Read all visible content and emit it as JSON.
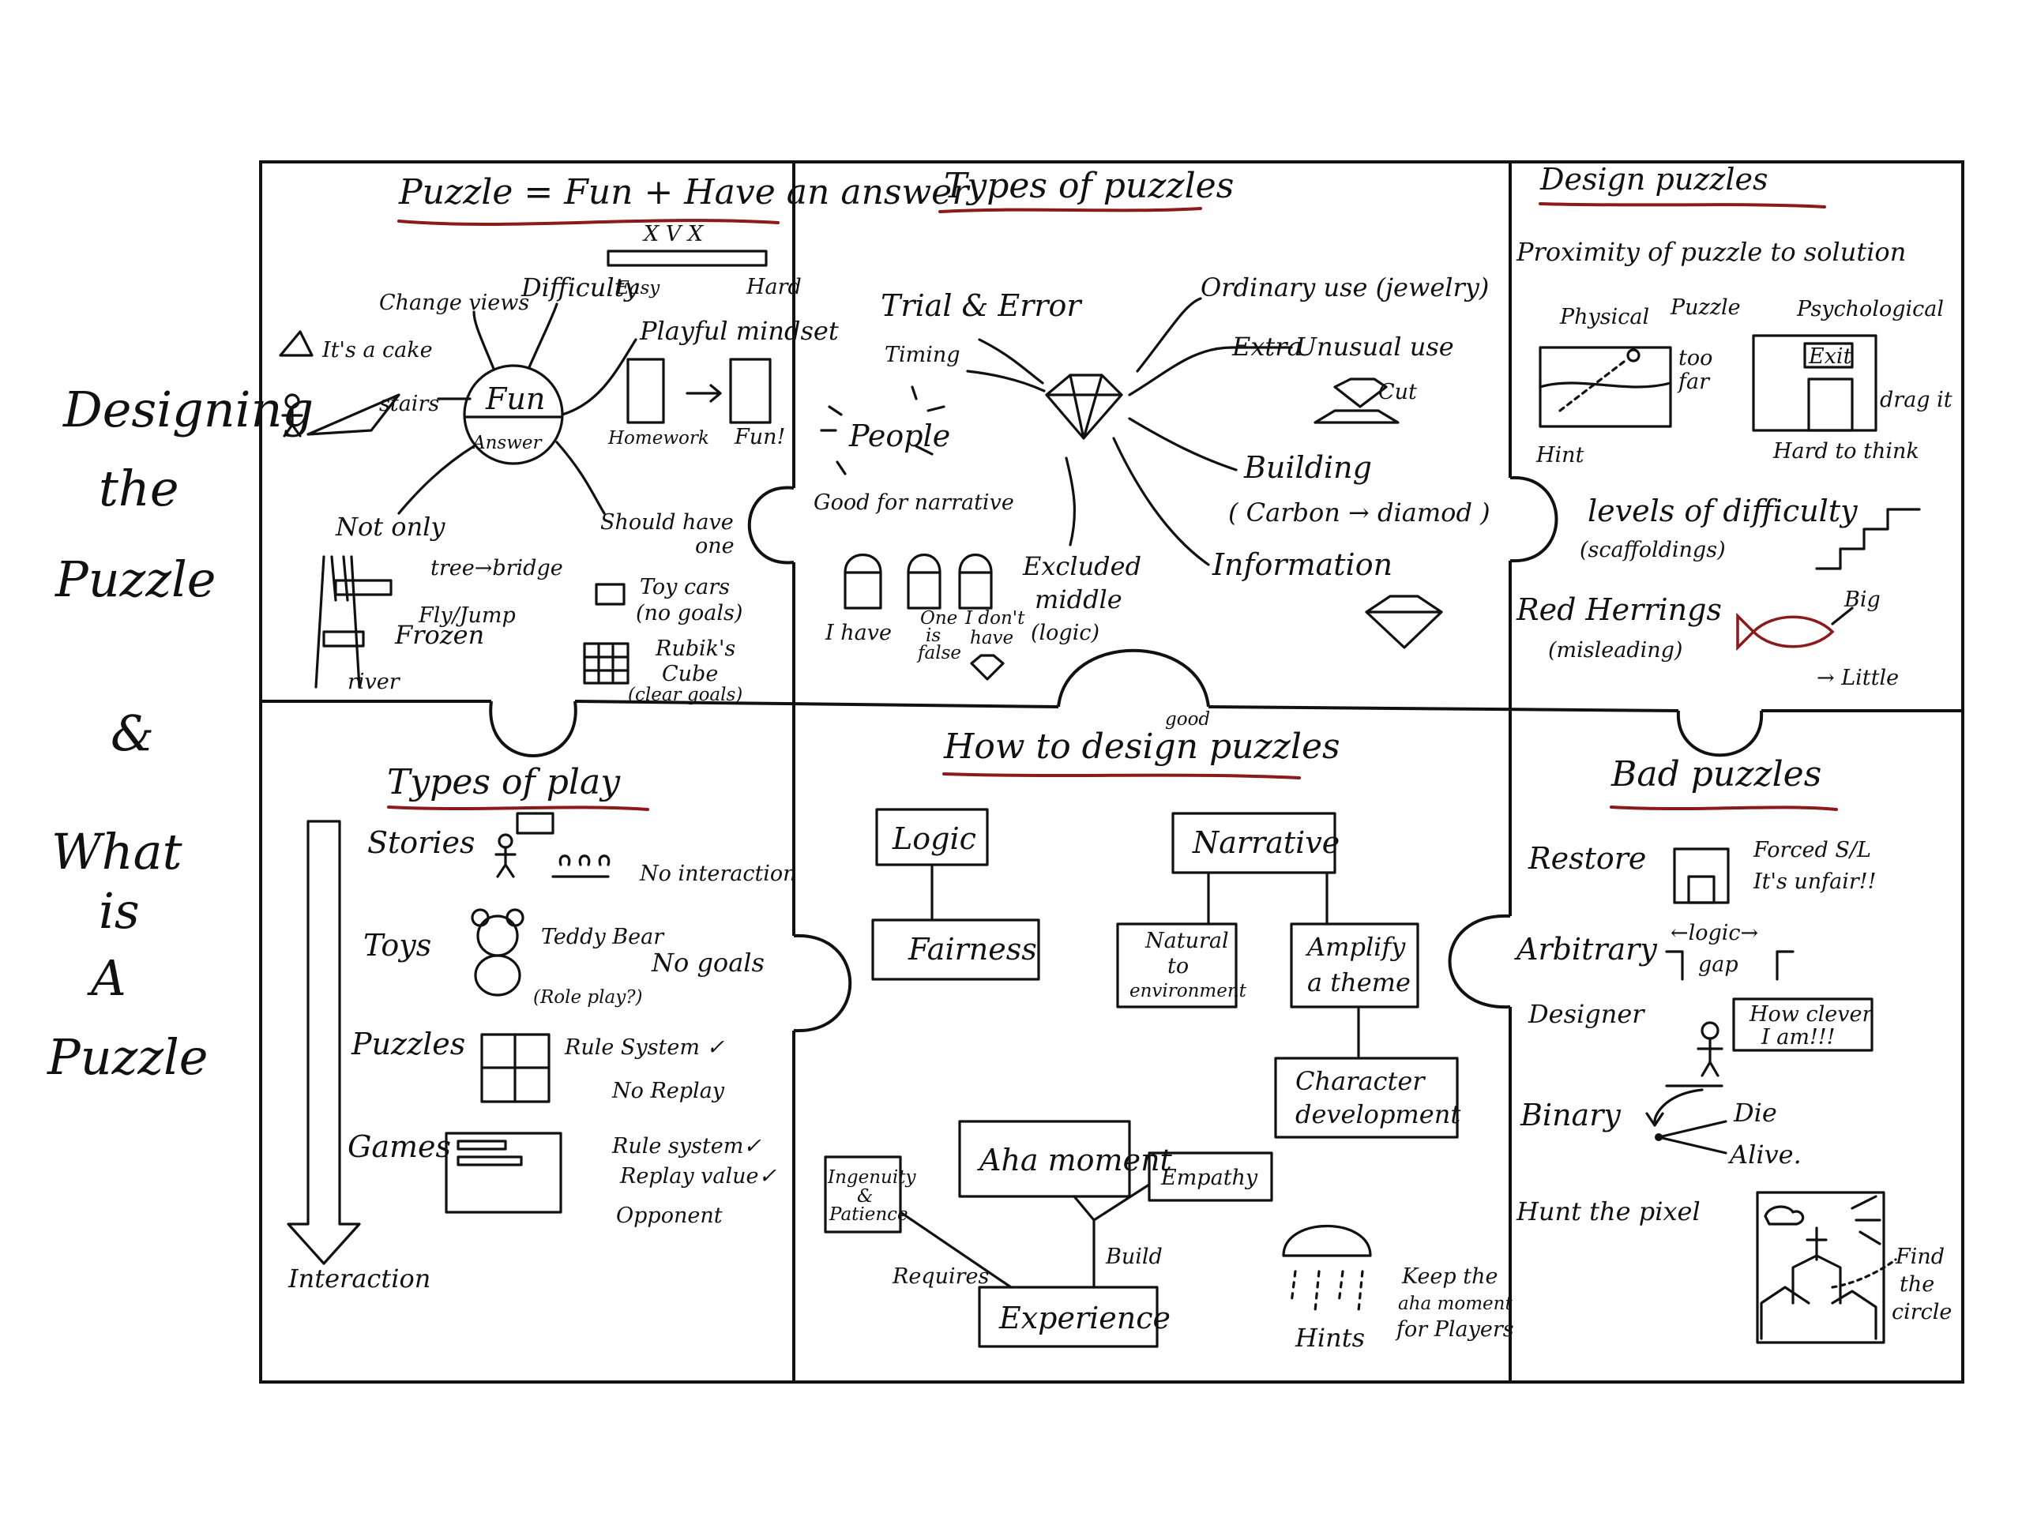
{
  "side_title": {
    "line1": "Designing",
    "line2": "the",
    "line3": "Puzzle",
    "line4": "&",
    "line5": "What",
    "line6": "is",
    "line7": "A",
    "line8": "Puzzle"
  },
  "panels": {
    "definition": {
      "title": "Puzzle = Fun + Have an answer",
      "scale_marks": "X V X",
      "difficulty": "Difficulty",
      "easy": "Easy",
      "hard": "Hard",
      "change_views": "Change views",
      "cake": "It's a cake",
      "stairs": "stairs",
      "fun": "Fun",
      "answer": "Answer",
      "playful": "Playful mindset",
      "homework": "Homework",
      "fun_excl": "Fun!",
      "not_only": "Not only",
      "tree_bridge": "tree→bridge",
      "fly_jump": "Fly/Jump",
      "frozen": "Frozen",
      "river": "river",
      "should_have": "Should have",
      "one": "one",
      "toy_cars": "Toy cars",
      "no_goals_paren": "(no goals)",
      "rubiks": "Rubik's",
      "cube": "Cube",
      "clear_goals": "(clear goals)"
    },
    "types_of_puzzles": {
      "title": "Types of puzzles",
      "trial": "Trial & Error",
      "timing": "Timing",
      "people": "People",
      "narrative": "Good for narrative",
      "ordinary": "Ordinary use (jewelry)",
      "extra": "Extra",
      "unusual": "Unusual use",
      "cut": "Cut",
      "building": "Building",
      "carbon": "( Carbon → diamod )",
      "information": "Information",
      "excluded": "Excluded",
      "middle": "middle",
      "logic_paren": "(logic)",
      "i_have": "I have",
      "one_is_false_1": "One",
      "one_is_false_2": "is",
      "one_is_false_3": "false",
      "i_dont_1": "I don't",
      "i_dont_2": "have"
    },
    "design_puzzles": {
      "title": "Design puzzles",
      "proximity": "Proximity of puzzle to solution",
      "physical": "Physical",
      "puzzle": "Puzzle",
      "too_far_1": "too",
      "too_far_2": "far",
      "hint": "Hint",
      "psychological": "Psychological",
      "exit": "Exit",
      "drag_it": "drag it",
      "hard_to_think": "Hard to think",
      "levels": "levels of difficulty",
      "scaffoldings": "(scaffoldings)",
      "red_herrings": "Red Herrings",
      "misleading": "(misleading)",
      "big": "Big",
      "little": "→ Little"
    },
    "types_of_play": {
      "title": "Types of play",
      "stories": "Stories",
      "no_interaction": "No interaction",
      "toys": "Toys",
      "teddy": "Teddy Bear",
      "role_play": "(Role play?)",
      "no_goals": "No goals",
      "puzzles": "Puzzles",
      "rule_system": "Rule System ✓",
      "no_replay": "No Replay",
      "games": "Games",
      "rule_system2": "Rule system✓",
      "replay_value": "Replay value✓",
      "opponent": "Opponent",
      "interaction": "Interaction"
    },
    "how_to_design": {
      "title": "How to design puzzles",
      "good": "good",
      "logic": "Logic",
      "narrative": "Narrative",
      "fairness": "Fairness",
      "natural_1": "Natural",
      "natural_2": "to",
      "natural_3": "environment",
      "amplify_1": "Amplify",
      "amplify_2": "a theme",
      "character_1": "Character",
      "character_2": "development",
      "aha": "Aha moment",
      "empathy": "Empathy",
      "ingenuity_1": "Ingenuity",
      "ingenuity_2": "&",
      "ingenuity_3": "Patience",
      "requires": "Requires",
      "build": "Build",
      "experience": "Experience",
      "keep_1": "Keep the",
      "keep_2": "aha moment",
      "keep_3": "for Players",
      "hints": "Hints"
    },
    "bad_puzzles": {
      "title": "Bad puzzles",
      "restore": "Restore",
      "forced": "Forced S/L",
      "unfair": "It's unfair!!",
      "arbitrary": "Arbitrary",
      "logic_gap_1": "←logic→",
      "logic_gap_2": "gap",
      "designer": "Designer",
      "how_clever_1": "How clever",
      "how_clever_2": "I am!!!",
      "binary": "Binary",
      "die": "Die",
      "alive": "Alive.",
      "hunt": "Hunt the pixel",
      "find_1": "Find",
      "find_2": "the",
      "find_3": "circle"
    }
  }
}
